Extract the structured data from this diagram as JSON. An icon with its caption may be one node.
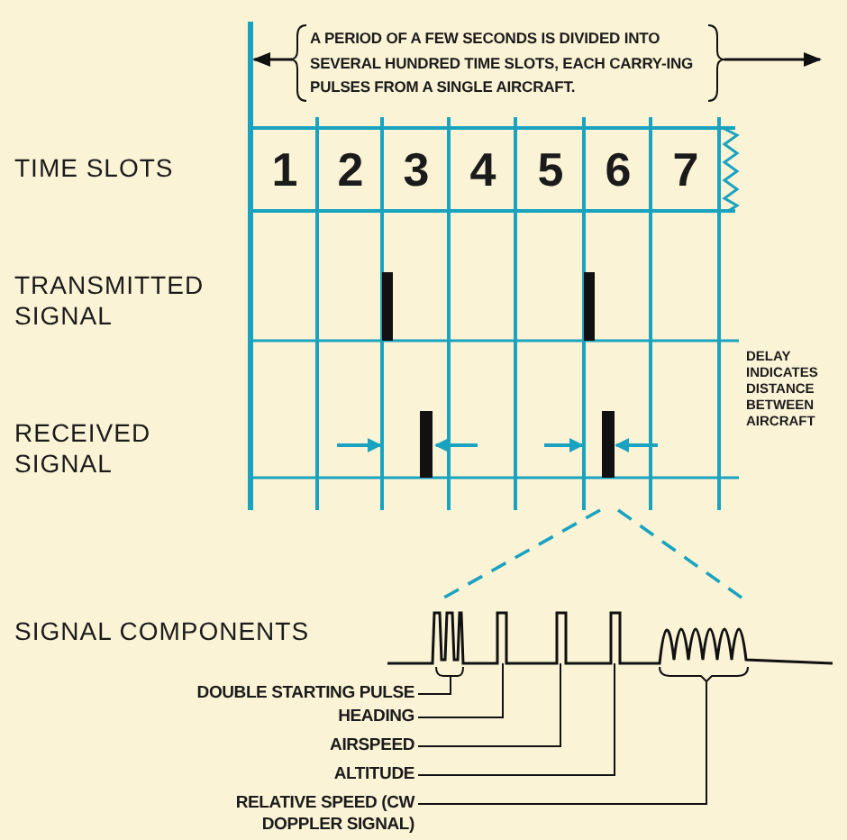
{
  "diagram": {
    "nodes": [
      {
        "text": [
          "1"
        ]
      },
      {
        "text": [
          "2"
        ]
      },
      {
        "text": [
          "3"
        ]
      },
      {
        "text": [
          "4"
        ]
      },
      {
        "text": [
          "5"
        ]
      },
      {
        "text": [
          "6"
        ]
      },
      {
        "text": [
          "7"
        ]
      },
      {
        "text": [
          "DOUBLE STARTING PULSE"
        ]
      },
      {
        "text": [
          "HEADING"
        ]
      },
      {
        "text": [
          "AIRSPEED"
        ]
      },
      {
        "text": [
          "ALTITUDE"
        ]
      },
      {
        "text": [
          "RELATIVE SPEED (CW DOPPLER SIGNAL)"
        ]
      }
    ],
    "edges": [
      {
        "from": 7,
        "to": null,
        "arrow": "none"
      },
      {
        "from": 8,
        "to": null,
        "arrow": "none"
      },
      {
        "from": 9,
        "to": null,
        "arrow": "none"
      },
      {
        "from": 10,
        "to": null,
        "arrow": "none"
      },
      {
        "from": 11,
        "to": null,
        "arrow": "none"
      }
    ],
    "labels": [
      "A PERIOD OF A FEW SECONDS IS DIVIDED INTO SEVERAL HUNDRED TIME SLOTS, EACH CARRY-ING PULSES FROM A SINGLE AIRCRAFT.",
      "TIME SLOTS",
      "TRANSMITTED SIGNAL",
      "DELAY INDICATES DISTANCE BETWEEN AIRCRAFT",
      "RECEIVED SIGNAL",
      "SIGNAL COMPONENTS"
    ]
  }
}
